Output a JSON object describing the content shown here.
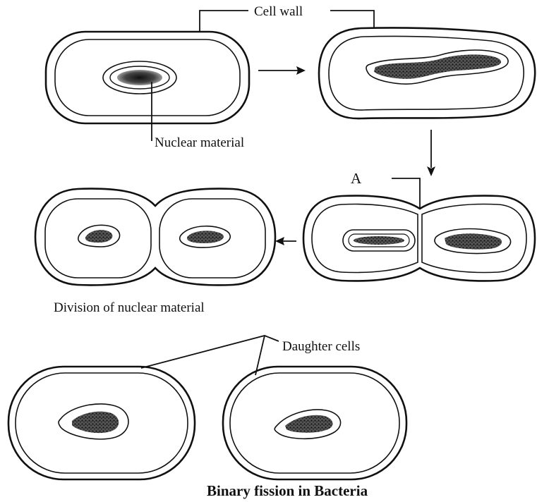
{
  "labels": {
    "cell_wall": "Cell wall",
    "nuclear_material": "Nuclear material",
    "a": "A",
    "division": "Division of nuclear material",
    "daughter_cells": "Daughter cells"
  },
  "title": "Binary fission in Bacteria",
  "colors": {
    "ink": "#111111",
    "paper": "#ffffff"
  }
}
